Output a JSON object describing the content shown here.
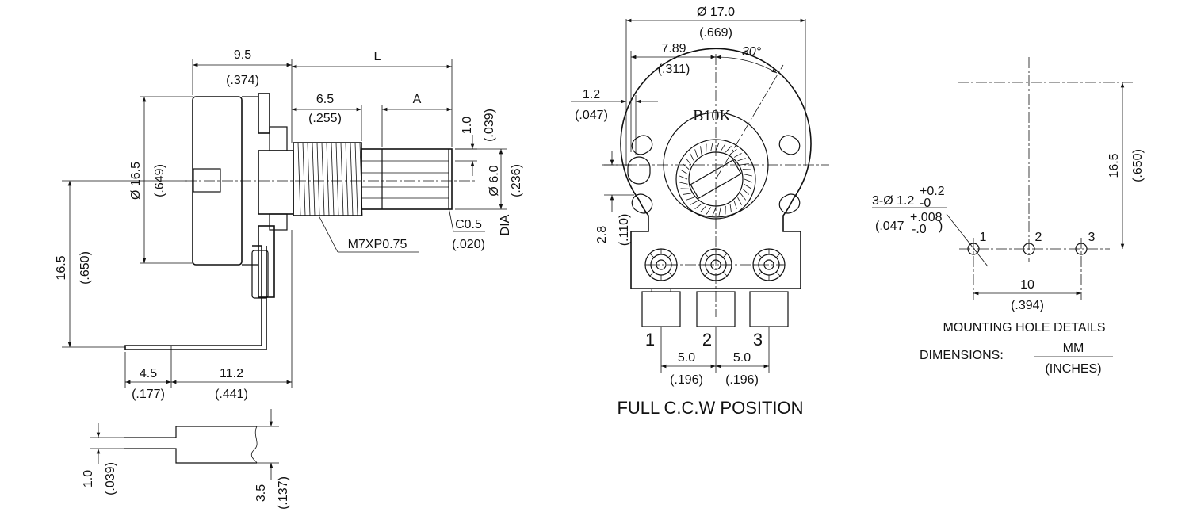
{
  "side_view": {
    "dim_9_5": "9.5",
    "dim_9_5_in": "(.374)",
    "dim_L": "L",
    "dim_6_5": "6.5",
    "dim_6_5_in": "(.255)",
    "dim_A": "A",
    "dim_1_0": "1.0",
    "dim_1_0_in": "(.039)",
    "dim_dia6": "Ø 6.0",
    "dim_dia6_in": "(.236)",
    "dim_DIA": "DIA",
    "dim_dia16_5": "Ø 16.5",
    "dim_dia16_5_in": "(.649)",
    "dim_16_5": "16.5",
    "dim_16_5_in": "(.650)",
    "thread": "M7XP0.75",
    "chamfer": "C0.5",
    "chamfer_in": "(.020)",
    "dim_4_5": "4.5",
    "dim_4_5_in": "(.177)",
    "dim_11_2": "11.2",
    "dim_11_2_in": "(.441)"
  },
  "detail_view": {
    "dim_1_0": "1.0",
    "dim_1_0_in": "(.039)",
    "dim_3_5": "3.5",
    "dim_3_5_in": "(.137)"
  },
  "front_view": {
    "dim_dia17": "Ø 17.0",
    "dim_dia17_in": "(.669)",
    "dim_7_89": "7.89",
    "dim_7_89_in": "(.311)",
    "angle": "30°",
    "dim_1_2": "1.2",
    "dim_1_2_in": "(.047)",
    "dim_2_8": "2.8",
    "dim_2_8_in": "(.110)",
    "marking": "B10K",
    "pin1": "1",
    "pin2": "2",
    "pin3": "3",
    "pitch_a": "5.0",
    "pitch_a_in": "(.196)",
    "pitch_b": "5.0",
    "pitch_b_in": "(.196)",
    "caption": "FULL C.C.W POSITION"
  },
  "mounting": {
    "hole_spec": "3-Ø 1.2",
    "hole_tol_plus": "+0.2",
    "hole_tol_minus": "-0",
    "hole_spec_in": "(.047",
    "hole_tol_in_plus": "+.008",
    "hole_tol_in_minus": "-.0",
    "hole_spec_in_close": ")",
    "hole1": "1",
    "hole2": "2",
    "hole3": "3",
    "dim_10": "10",
    "dim_10_in": "(.394)",
    "dim_16_5": "16.5",
    "dim_16_5_in": "(.650)",
    "title": "MOUNTING HOLE DETAILS",
    "units_label": "DIMENSIONS:",
    "units_mm": "MM",
    "units_in": "(INCHES)"
  }
}
